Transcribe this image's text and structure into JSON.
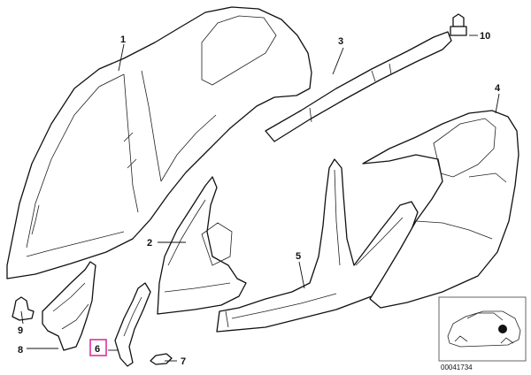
{
  "callouts": {
    "c1": "1",
    "c2": "2",
    "c3": "3",
    "c4": "4",
    "c5": "5",
    "c6": "6",
    "c7": "7",
    "c8": "8",
    "c9": "9",
    "c10": "10"
  },
  "inset": {
    "diagram_number": "00041734"
  },
  "highlight": {
    "callout": "6",
    "color": "#e0309a"
  }
}
